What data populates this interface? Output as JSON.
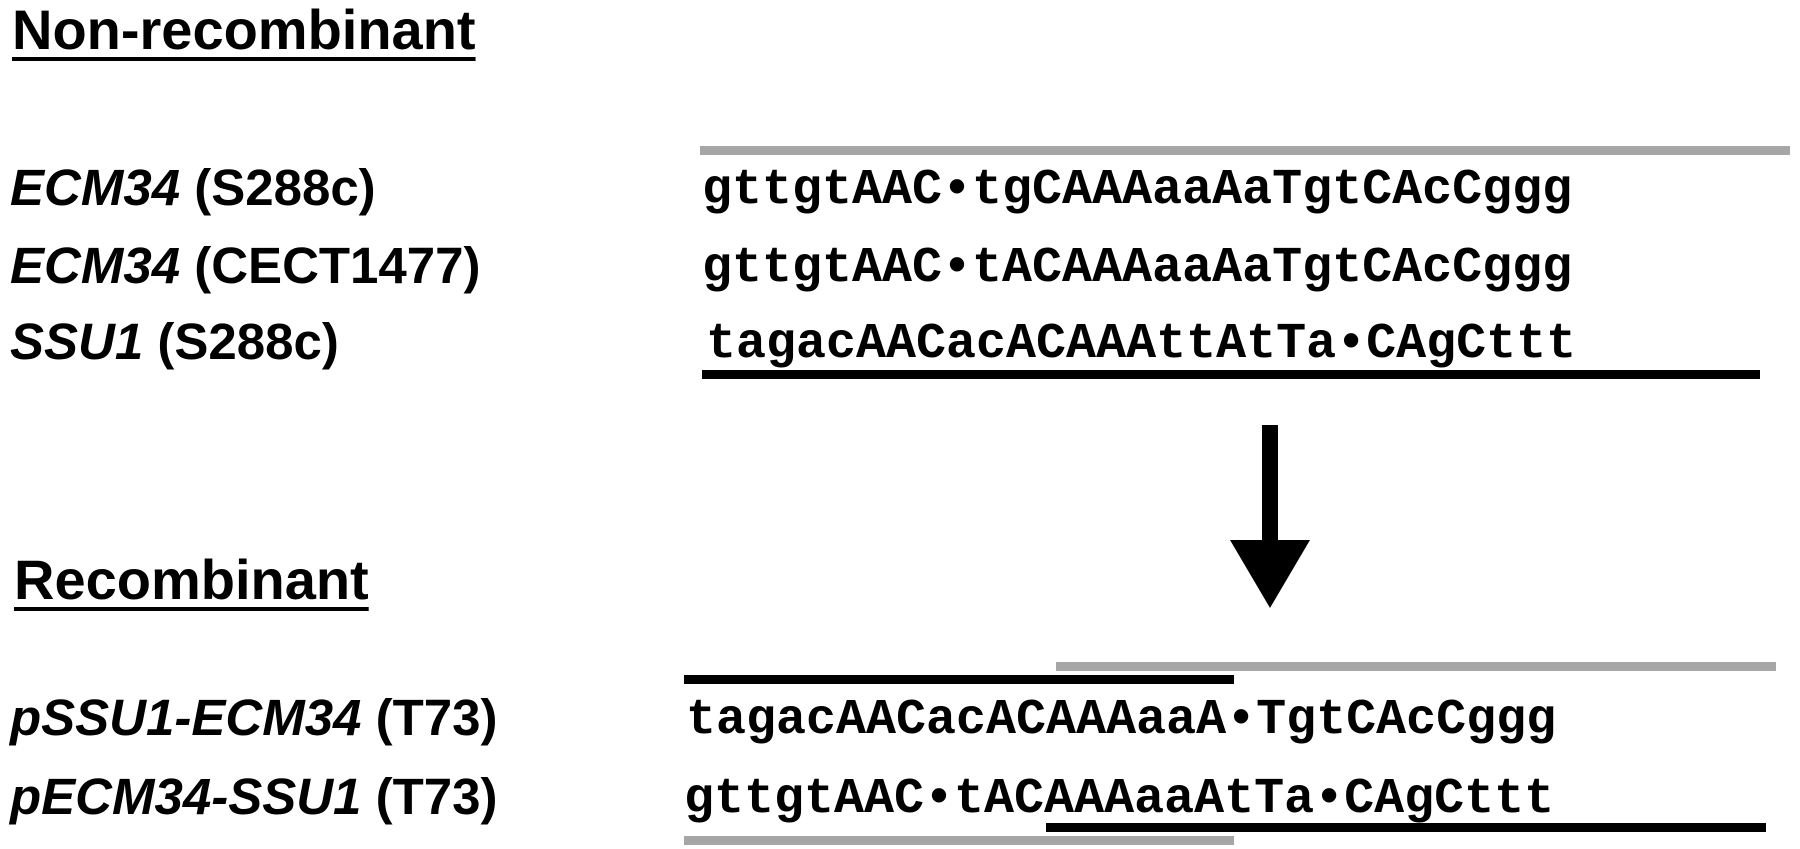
{
  "colors": {
    "gray_bar": "#a6a6a6",
    "black_bar": "#000000",
    "text": "#000000"
  },
  "non_recombinant": {
    "heading": "Non-recombinant",
    "rows": [
      {
        "gene": "ECM34",
        "strain": " (S288c)",
        "sequence": "gttgtAAC•tgCAAAaaAaTgtCAcCggg"
      },
      {
        "gene": "ECM34",
        "strain": " (CECT1477)",
        "sequence": "gttgtAAC•tACAAAaaAaTgtCAcCggg"
      },
      {
        "gene": "SSU1",
        "strain": " (S288c)",
        "sequence": "tagacAACacACAAAttAtTa•CAgCttt"
      }
    ]
  },
  "arrow_icon": "down-arrow-icon",
  "recombinant": {
    "heading": "Recombinant",
    "rows": [
      {
        "gene": "pSSU1-ECM34",
        "strain": " (T73)",
        "sequence": "tagacAACacACAAAaaA•TgtCAcCggg"
      },
      {
        "gene": "pECM34-SSU1",
        "strain": " (T73)",
        "sequence": "gttgtAAC•tACAAAaaAtTa•CAgCttt"
      }
    ]
  }
}
